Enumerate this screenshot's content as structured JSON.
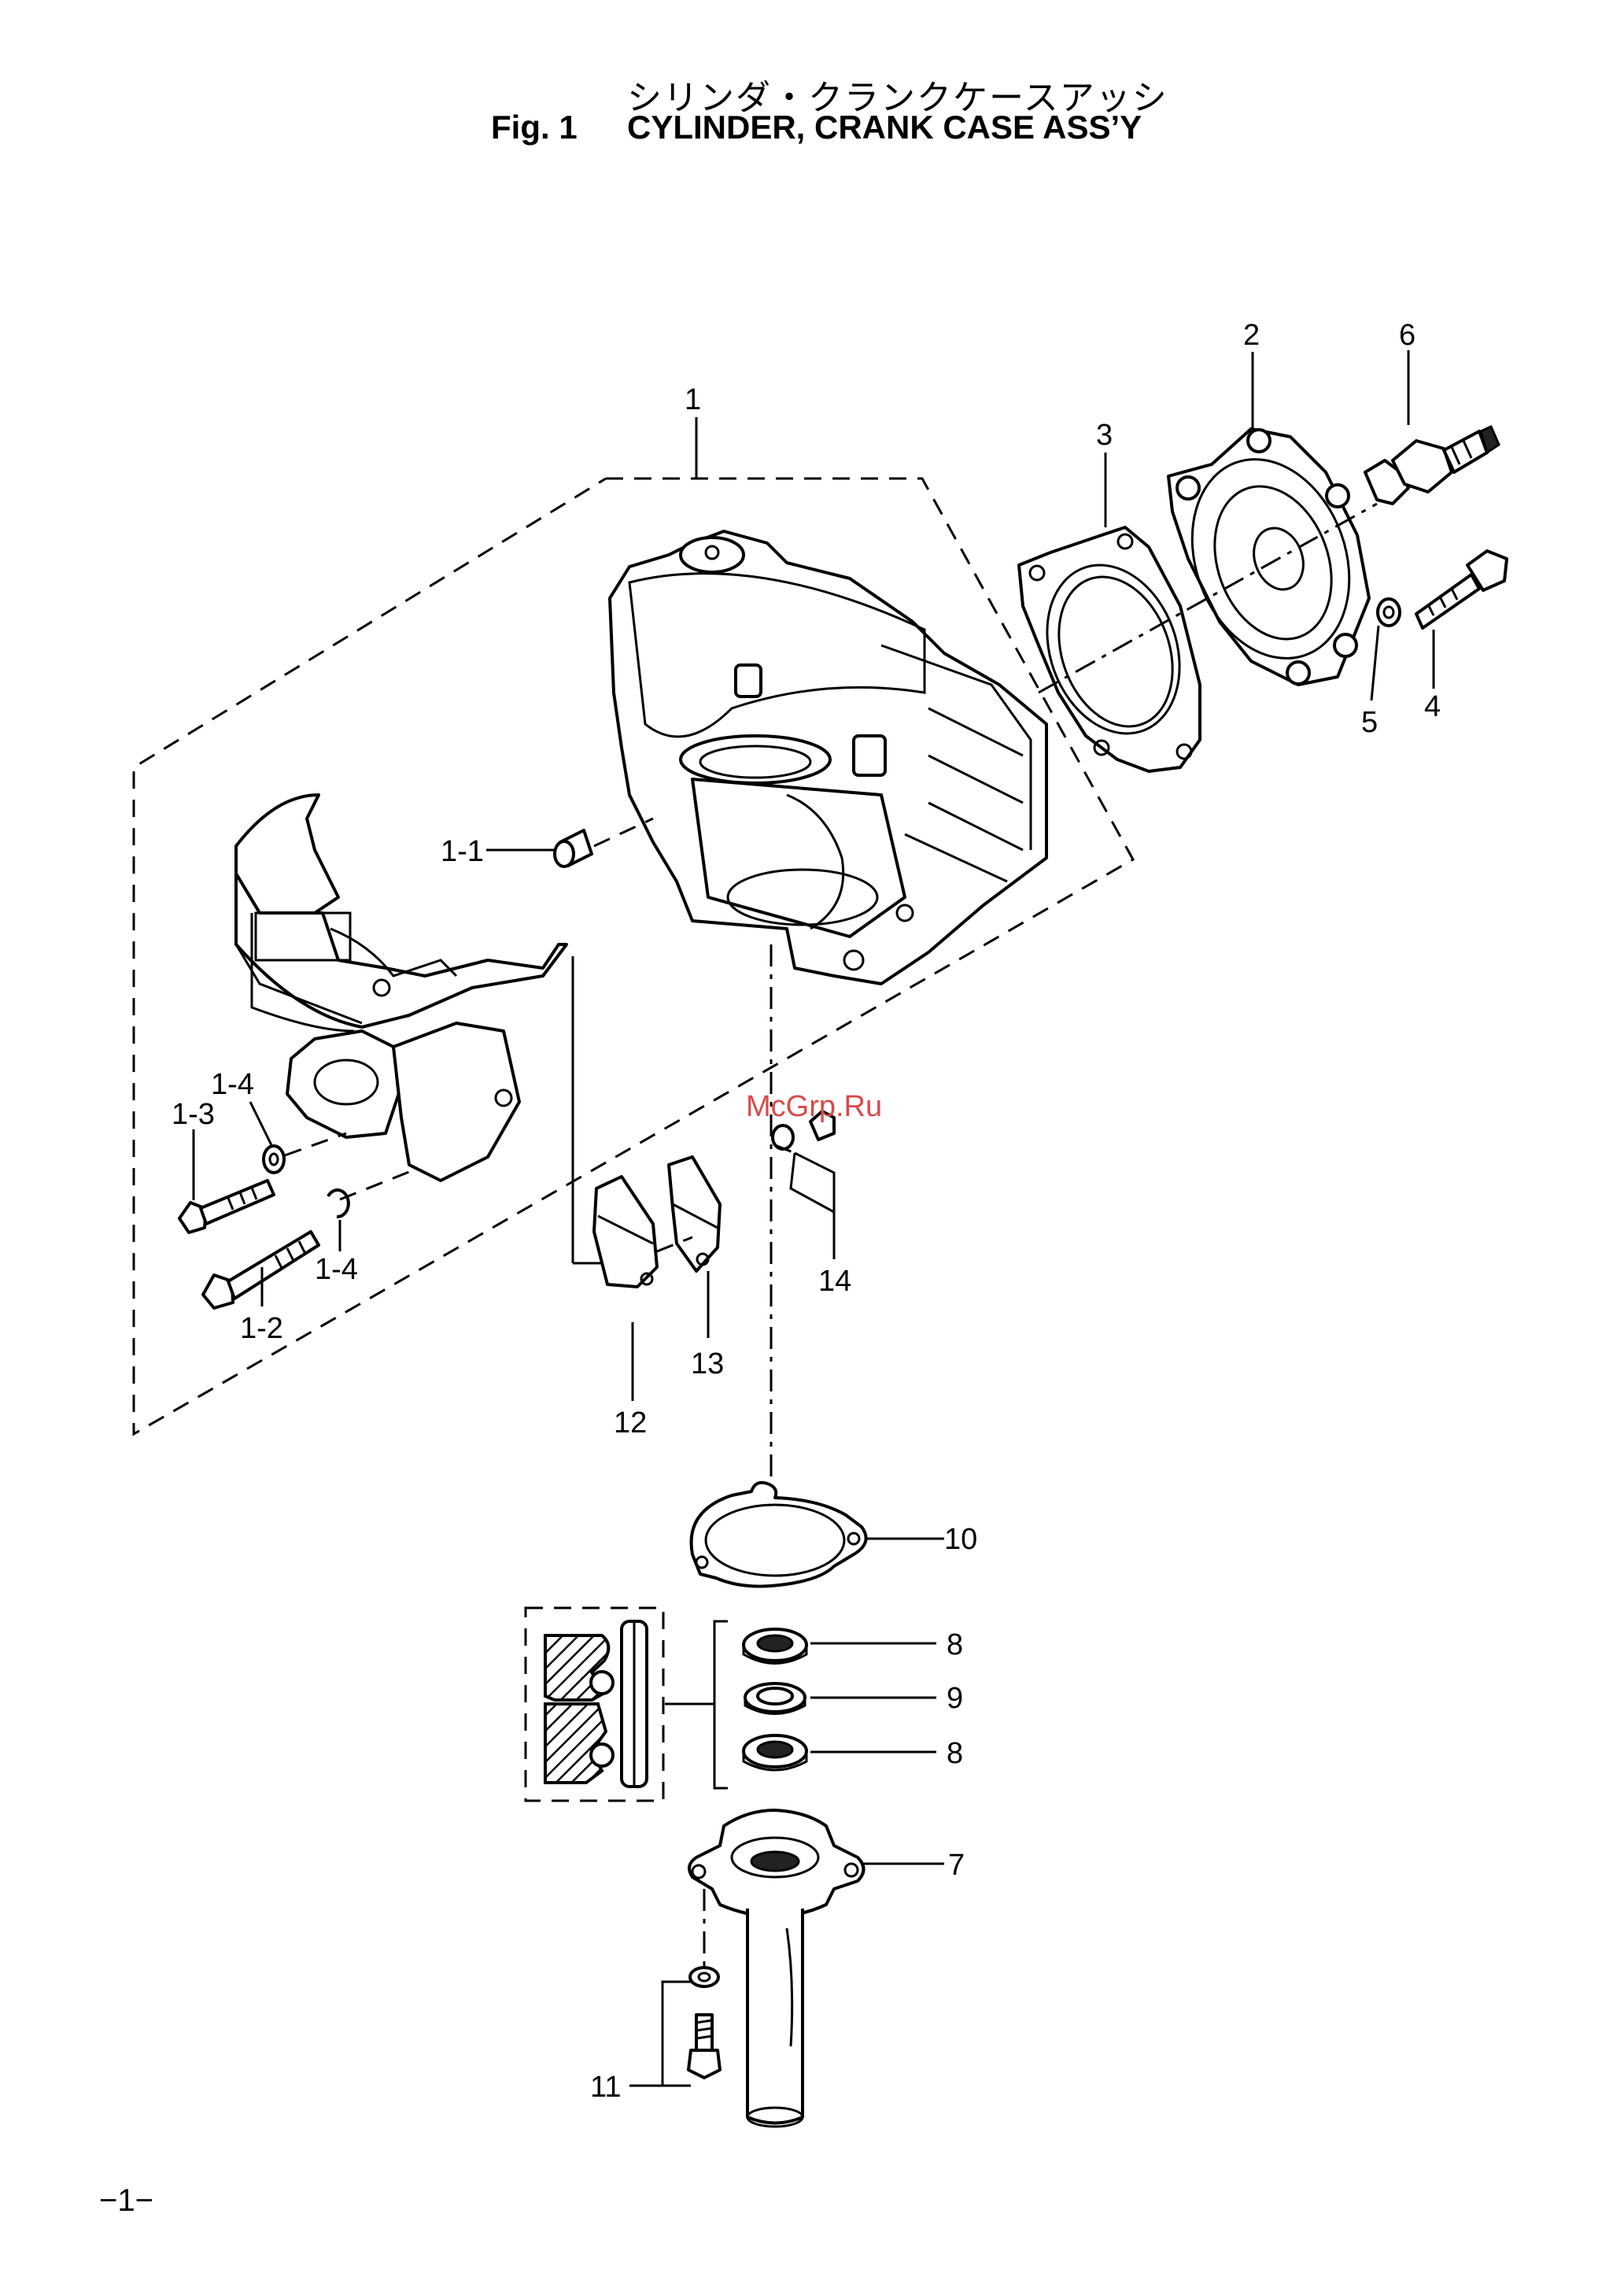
{
  "title": {
    "japanese": "シリンダ・クランクケースアッシ",
    "fig": "Fig. 1",
    "english": "CYLINDER, CRANK CASE ASS’Y"
  },
  "watermark": "McGrp.Ru",
  "page_number": "−1−",
  "callouts": [
    {
      "id": "1",
      "label": "1"
    },
    {
      "id": "1-1",
      "label": "1-1"
    },
    {
      "id": "1-2",
      "label": "1-2"
    },
    {
      "id": "1-3",
      "label": "1-3"
    },
    {
      "id": "1-4a",
      "label": "1-4"
    },
    {
      "id": "1-4b",
      "label": "1-4"
    },
    {
      "id": "2",
      "label": "2"
    },
    {
      "id": "3",
      "label": "3"
    },
    {
      "id": "4",
      "label": "4"
    },
    {
      "id": "5",
      "label": "5"
    },
    {
      "id": "6",
      "label": "6"
    },
    {
      "id": "7",
      "label": "7"
    },
    {
      "id": "8a",
      "label": "8"
    },
    {
      "id": "8b",
      "label": "8"
    },
    {
      "id": "9",
      "label": "9"
    },
    {
      "id": "10",
      "label": "10"
    },
    {
      "id": "11",
      "label": "11"
    },
    {
      "id": "12",
      "label": "12"
    },
    {
      "id": "13",
      "label": "13"
    },
    {
      "id": "14",
      "label": "14"
    }
  ]
}
